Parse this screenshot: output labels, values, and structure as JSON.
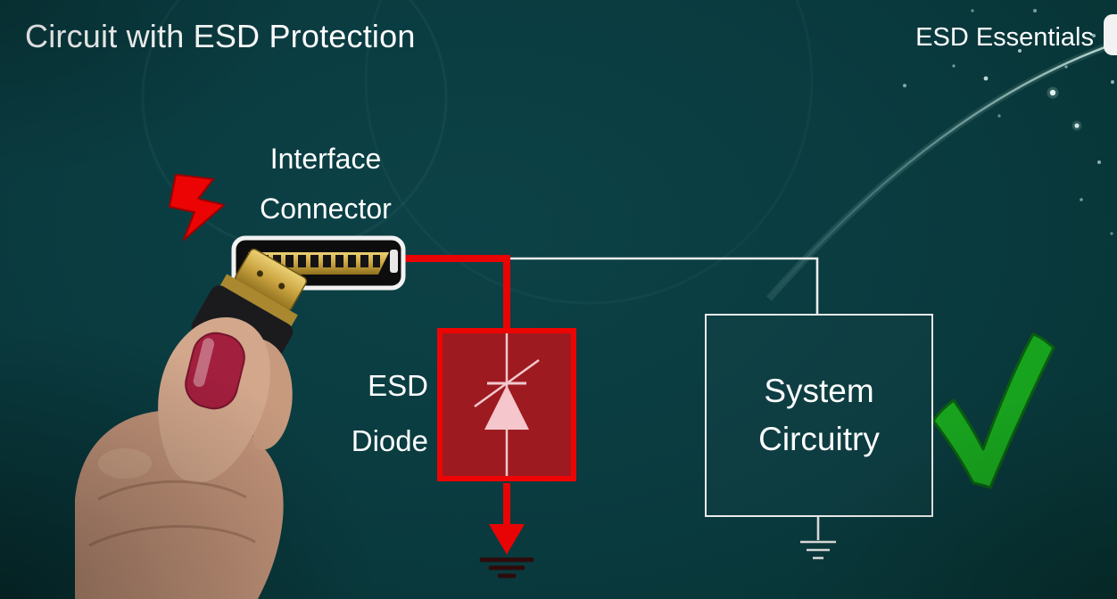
{
  "title": "Circuit with ESD Protection",
  "brand": "ESD Essentials",
  "labels": {
    "connector": {
      "line1": "Interface",
      "line2": "Connector"
    },
    "diode": {
      "line1": "ESD",
      "line2": "Diode"
    },
    "system": {
      "line1": "System",
      "line2": "Circuitry"
    }
  },
  "icons": {
    "lightning": "lightning-bolt-icon",
    "check": "check-mark-icon",
    "ground": "ground-symbol-icon",
    "connector": "hdmi-connector",
    "hand": "hand-holding-hdmi-cable",
    "logo": "brand-logo-partial"
  },
  "colors": {
    "background_teal": "#09393d",
    "esd_red": "#ee0404",
    "diode_box_fill": "#9d1b20",
    "diode_symbol_pink": "#f5c6cc",
    "wire_white": "#ececec",
    "check_green": "#18a31e",
    "text_white": "#ffffff"
  }
}
